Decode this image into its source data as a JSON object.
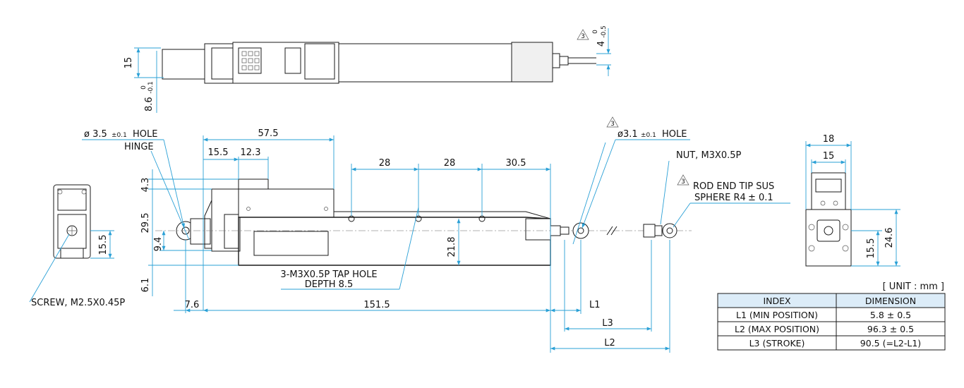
{
  "colors": {
    "dimension": "#2aa0d6",
    "outline": "#1a1a1a",
    "table_header": "#dcecf8"
  },
  "top": {
    "dim_height": "15",
    "dim_depth": "8.6",
    "dim_depth_tol_upper": "0",
    "dim_depth_tol_lower": "-0.1",
    "rev_mark": "3",
    "dim_cable": "4",
    "dim_cable_tol_upper": "0",
    "dim_cable_tol_lower": "-0.5"
  },
  "side": {
    "hinge_hole_dia": "ø 3.5",
    "hinge_hole_tol": "±0.1",
    "hinge_hole_word": "HOLE",
    "hinge_label": "HINGE",
    "dim_57_5": "57.5",
    "dim_15_5": "15.5",
    "dim_12_3": "12.3",
    "dim_28a": "28",
    "dim_28b": "28",
    "dim_30_5": "30.5",
    "dim_4_3": "4.3",
    "dim_29_5": "29.5",
    "dim_9_4": "9.4",
    "dim_6_1": "6.1",
    "dim_21_8": "21.8",
    "dim_7_6": "7.6",
    "dim_151_5": "151.5",
    "tap_hole_line1": "3-M3X0.5P TAP HOLE",
    "tap_hole_line2": "DEPTH 8.5",
    "rod_rev_mark": "3",
    "rod_hole_dia": "ø3.1",
    "rod_hole_tol": "±0.1",
    "rod_hole_word": "HOLE",
    "nut_label": "NUT, M3X0.5P",
    "tip_rev_mark": "3",
    "tip_line1": "ROD END TIP SUS",
    "tip_line2": "SPHERE R4",
    "tip_tol": "± 0.1",
    "dim_L1": "L1",
    "dim_L3": "L3",
    "dim_L2": "L2"
  },
  "front": {
    "screw_label": "SCREW, M2.5X0.45P",
    "dim_15_5": "15.5"
  },
  "end": {
    "dim_18": "18",
    "dim_15": "15",
    "dim_15_5": "15.5",
    "dim_24_6": "24.6"
  },
  "table": {
    "unit": "[ UNIT : mm ]",
    "headers": [
      "INDEX",
      "DIMENSION"
    ],
    "rows": [
      [
        "L1 (MIN POSITION)",
        "5.8 ± 0.5"
      ],
      [
        "L2 (MAX POSITION)",
        "96.3 ± 0.5"
      ],
      [
        "L3 (STROKE)",
        "90.5 (=L2-L1)"
      ]
    ]
  }
}
